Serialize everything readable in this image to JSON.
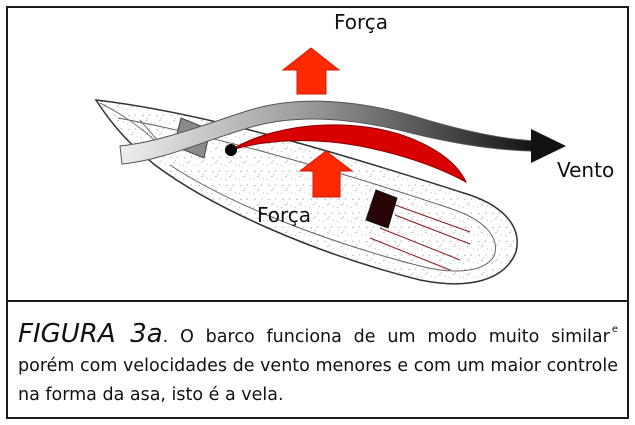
{
  "diagram": {
    "force_top_label": "Força",
    "force_mid_label": "Força",
    "wind_label": "Vento",
    "colors": {
      "force_arrow": "#ff2a00",
      "sail": "#d80000",
      "wind_arrow_start": "#e8e8e8",
      "wind_arrow_end": "#111111",
      "hull_stroke": "#333333",
      "mast_block": "#8a8a8a",
      "cockpit": "#2a0505"
    }
  },
  "caption": {
    "figure_label": "FIGURA 3a",
    "text_line1": ". O barco funciona de um modo muito similar",
    "superscript": "e",
    "text_rest": " porém com velocidades de vento menores e com um maior controle na forma da asa, isto é a vela."
  }
}
